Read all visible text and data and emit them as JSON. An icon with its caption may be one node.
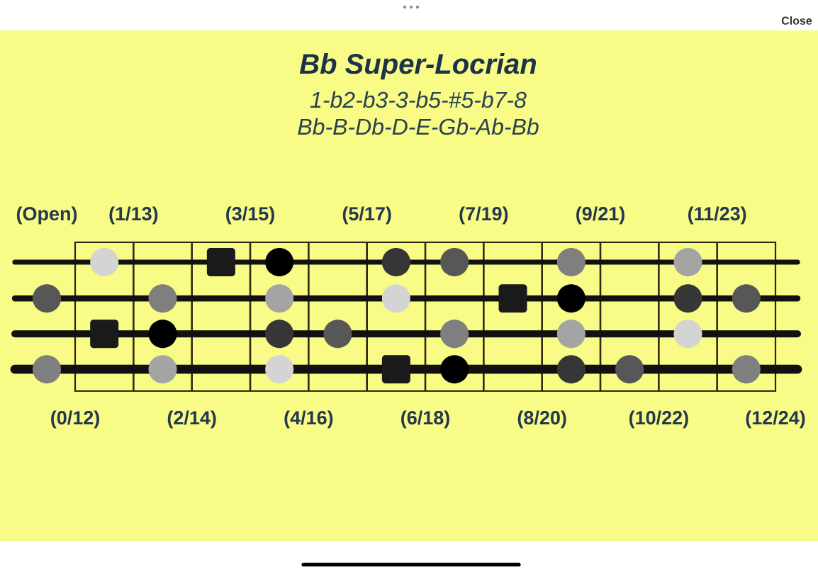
{
  "diagram": {
    "title": "Bb Super-Locrian",
    "labels": [
      "Close",
      "1-b2-b3-3-b5-#5-b7-8",
      "Bb-B-Db-D-E-Gb-Ab-Bb",
      "(Open)",
      "(1/13)",
      "(3/15)",
      "(5/17)",
      "(7/19)",
      "(9/21)",
      "(11/23)",
      "(0/12)",
      "(2/14)",
      "(4/16)",
      "(6/18)",
      "(8/20)",
      "(10/22)",
      "(12/24)"
    ]
  }
}
